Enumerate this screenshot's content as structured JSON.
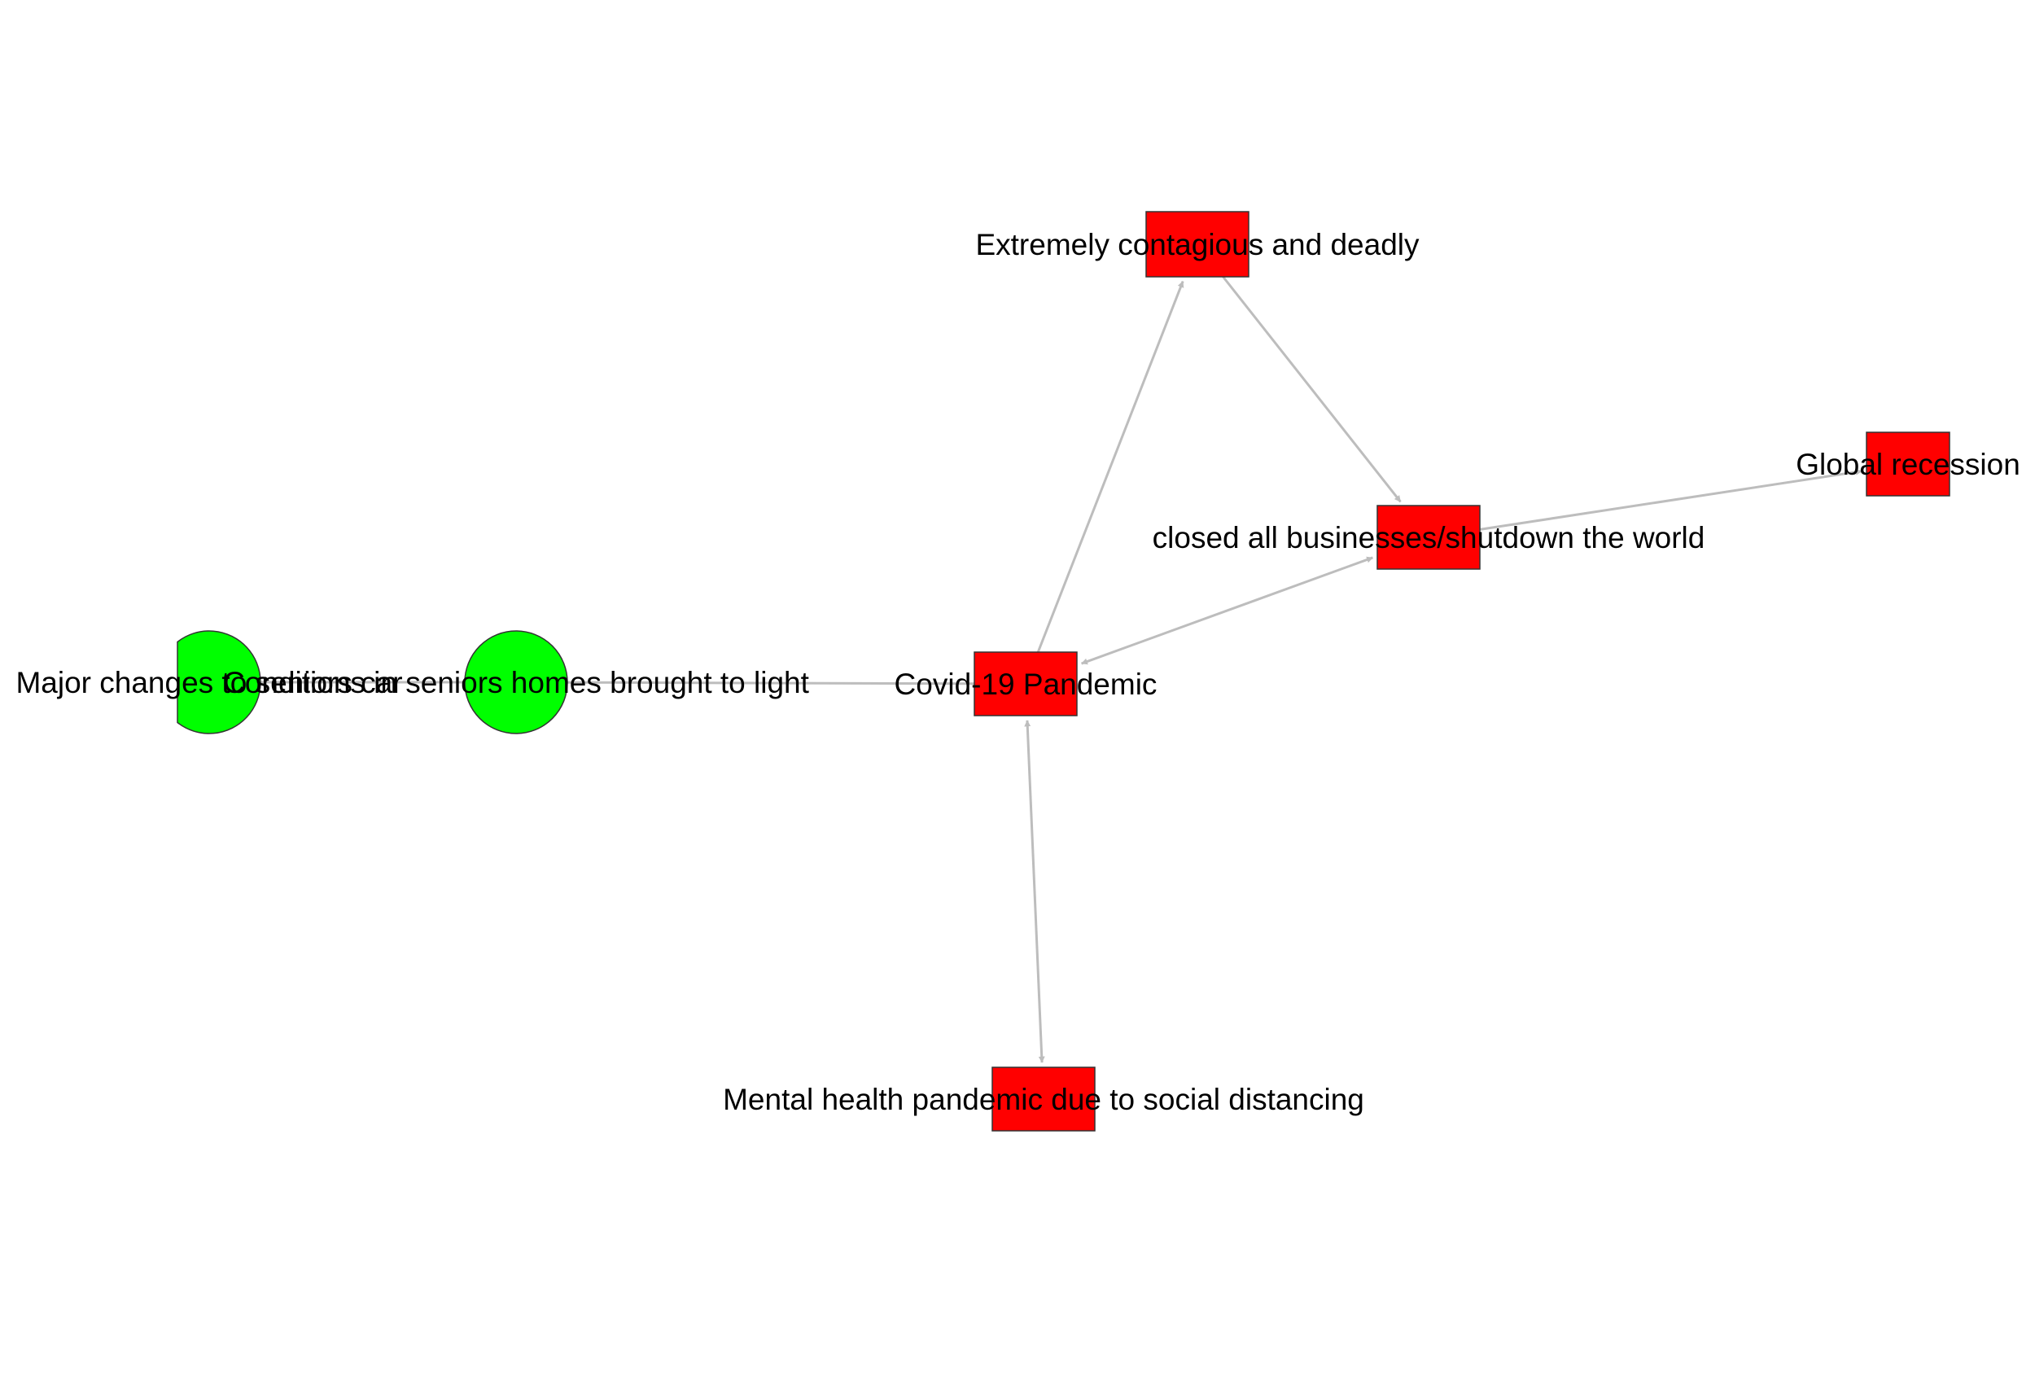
{
  "colors": {
    "negative_node": "#ff0000",
    "positive_node": "#00ff00",
    "edge": "#bdbdbd",
    "label": "#000000"
  },
  "nodes": [
    {
      "id": "extremely-contagious",
      "label": "Extremely contagious and deadly",
      "shape": "rect",
      "valence": "negative"
    },
    {
      "id": "global-recession",
      "label": "Global recession",
      "shape": "rect",
      "valence": "negative"
    },
    {
      "id": "closed-businesses",
      "label": "closed all businesses/shutdown the world",
      "shape": "rect",
      "valence": "negative"
    },
    {
      "id": "covid-pandemic",
      "label": "Covid-19 Pandemic",
      "shape": "rect",
      "valence": "negative"
    },
    {
      "id": "mental-health",
      "label": "Mental health pandemic due to social distancing",
      "shape": "rect",
      "valence": "negative"
    },
    {
      "id": "conditions-seniors",
      "label": "Conditions in seniors homes brought to light",
      "shape": "circle",
      "valence": "positive"
    },
    {
      "id": "major-changes",
      "label": "Major changes to seniors car",
      "shape": "circle",
      "valence": "positive"
    }
  ],
  "edges": [
    {
      "from": "covid-pandemic",
      "to": "extremely-contagious",
      "direction": "forward"
    },
    {
      "from": "extremely-contagious",
      "to": "closed-businesses",
      "direction": "forward"
    },
    {
      "from": "closed-businesses",
      "to": "global-recession",
      "direction": "forward"
    },
    {
      "from": "covid-pandemic",
      "to": "closed-businesses",
      "direction": "both"
    },
    {
      "from": "covid-pandemic",
      "to": "mental-health",
      "direction": "both"
    },
    {
      "from": "covid-pandemic",
      "to": "conditions-seniors",
      "direction": "none"
    },
    {
      "from": "conditions-seniors",
      "to": "major-changes",
      "direction": "none"
    }
  ]
}
